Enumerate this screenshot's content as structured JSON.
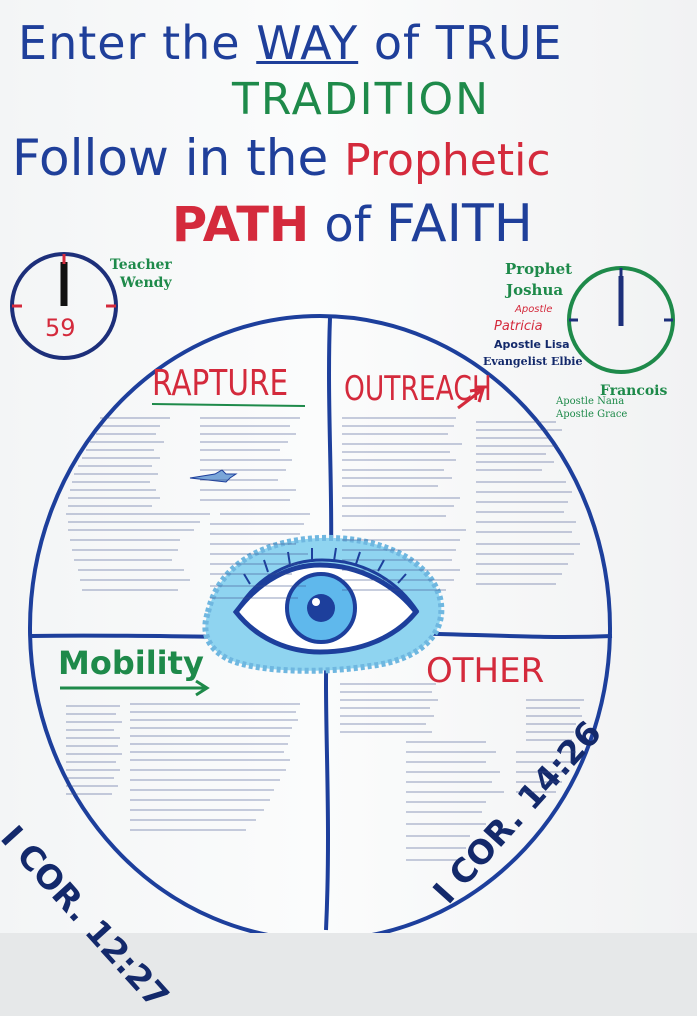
{
  "title": {
    "line1_prefix": "Enter the",
    "line1_way": "WAY",
    "line1_suffix": "of TRUE",
    "line2": "TRADITION",
    "line3_prefix": "Follow in the",
    "line3_prophetic": "Prophetic",
    "line4_path": "PATH",
    "line4_of": "of",
    "line4_faith": "FAITH"
  },
  "clock_left": {
    "label": "59",
    "teacher": "Teacher",
    "name": "Wendy"
  },
  "right_names": {
    "prophet": "Prophet",
    "joshua": "Joshua",
    "apostle": "Apostle",
    "patricia": "Patricia",
    "apostle_lisa": "Apostle Lisa",
    "evangelist": "Evangelist Elbie",
    "francois": "Francois",
    "apostle_nana": "Apostle Nana",
    "apostle_grace": "Apostle Grace"
  },
  "quadrants": {
    "rapture": "RAPTURE",
    "outreach": "OUTREACH",
    "mobility": "Mobility",
    "other": "OTHER"
  },
  "verses": {
    "left": "I COR. 12:27",
    "right": "I COR. 14:26"
  },
  "colors": {
    "blue": "#1f3f9a",
    "green": "#1e8a4a",
    "red": "#d42a3c",
    "eye_light": "#8fd4f0",
    "eye_dark": "#1d3f9c"
  }
}
